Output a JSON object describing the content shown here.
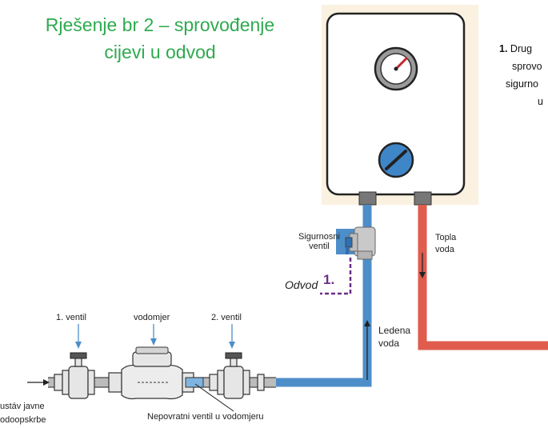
{
  "title": {
    "line1": "Rješenje br 2 – sprovođenje",
    "line2": "cijevi u odvod"
  },
  "note": {
    "number": "1.",
    "line1": "Drug",
    "line2": "sprovo",
    "line3": "sigurno",
    "line4": "u"
  },
  "labels": {
    "safety_valve_1": "Sigurnosni",
    "safety_valve_2": "ventil",
    "drain": "Odvod",
    "drain_number": "1.",
    "hot_water_1": "Topla",
    "hot_water_2": "voda",
    "cold_water_1": "Ledena",
    "cold_water_2": "voda",
    "valve1": "1. ventil",
    "meter": "vodomjer",
    "valve2": "2. ventil",
    "supply_1": "ustáv javne",
    "supply_2": "odoopskrbe",
    "check_valve": "Nepovratni ventil u vodomjeru"
  },
  "colors": {
    "title_green": "#2eaa4f",
    "cold_pipe": "#4d8ec9",
    "hot_pipe": "#e05c4d",
    "drain_purple": "#6b2d86",
    "boiler_bg": "#faf1e0",
    "gauge_needle": "#c0282f",
    "knob_blue": "#3f86c8"
  }
}
